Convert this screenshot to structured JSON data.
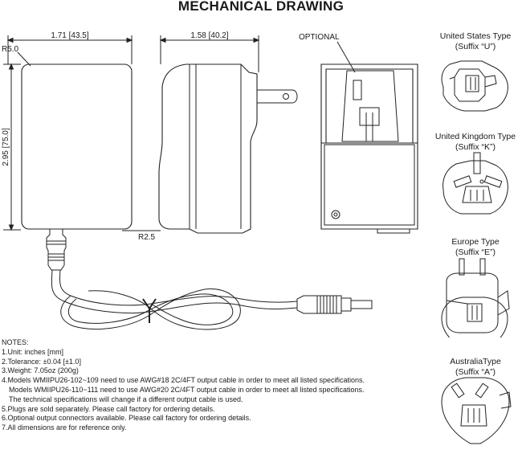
{
  "title": "MECHANICAL DRAWING",
  "dimensions": {
    "width_front": "1.71 [43.5]",
    "width_side": "1.58 [40.2]",
    "height": "2.95 [75.0]",
    "radius_top": "R5.0",
    "radius_bottom": "R2.5",
    "optional_label": "OPTIONAL"
  },
  "plugs": [
    {
      "type": "United States Type",
      "suffix": "(Suffix “U”)"
    },
    {
      "type": "United Kingdom Type",
      "suffix": "(Suffix “K”)"
    },
    {
      "type": "Europe Type",
      "suffix": "(Suffix “E”)"
    },
    {
      "type": "AustraliaType",
      "suffix": "(Suffix “A”)"
    }
  ],
  "notes": {
    "heading": "NOTES:",
    "items": [
      "1.Unit: inches [mm]",
      "2.Tolerance: ±0.04 [±1.0]",
      "3.Weight: 7.05oz (200g)",
      "4.Models WMIIPU26-102~109 need to use AWG#18 2C/4FT output cable in order to meet all listed specifications.",
      "Models WMIIPU26-110~111 need to use AWG#20 2C/4FT output cable in order to meet all listed specifications.",
      "The technical specifications will change if a different output cable is used.",
      "5.Plugs are sold separately. Please call factory for ordering details.",
      "6.Optional output connectors available. Please call factory for ordering details.",
      "7.All dimensions are for reference only."
    ]
  }
}
